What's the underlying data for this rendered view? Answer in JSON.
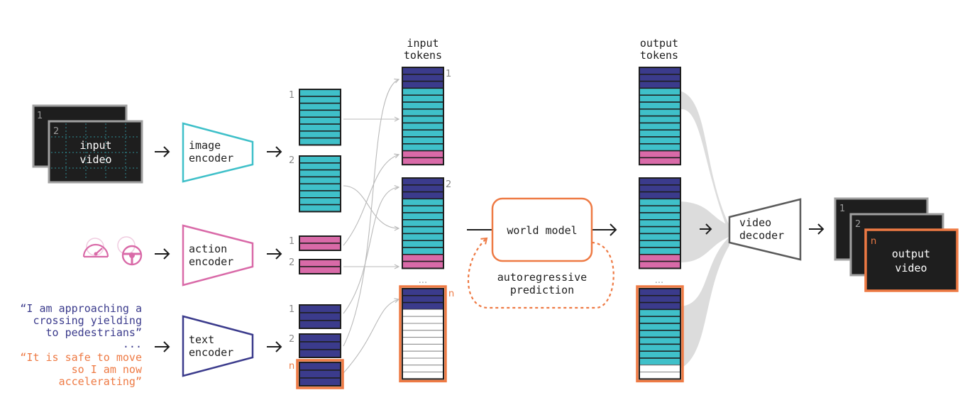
{
  "colors": {
    "navy": "#3b3b8c",
    "teal": "#3fc0c9",
    "pink": "#d96aa8",
    "orange": "#ee7a44",
    "grey_line": "#b9b9b9",
    "fan": "#dcdcdc",
    "dark": "#1e1e1e",
    "decoder_grey": "#5a5a5a"
  },
  "input_video": {
    "frame_1": "1",
    "frame_2": "2",
    "label_line1": "input",
    "label_line2": "video"
  },
  "image_encoder": {
    "line1": "image",
    "line2": "encoder"
  },
  "action_encoder": {
    "line1": "action",
    "line2": "encoder"
  },
  "text_encoder": {
    "line1": "text",
    "line2": "encoder"
  },
  "action_icons": [
    "speedometer-icon",
    "steering-wheel-icon"
  ],
  "texts": {
    "quote1": [
      "“I am approaching a",
      "crossing yielding",
      "to pedestrians”"
    ],
    "ellipsis": "...",
    "quote2": [
      "“It is safe to move",
      "so I am now",
      "accelerating”"
    ]
  },
  "stack_labels": {
    "img1": "1",
    "img2": "2",
    "act1": "1",
    "act2": "2",
    "txt1": "1",
    "txt2": "2",
    "txtn": "n"
  },
  "input_tokens": {
    "title_line1": "input",
    "title_line2": "tokens",
    "label_1": "1",
    "label_2": "2",
    "label_n": "n",
    "dots": "..."
  },
  "world_model": {
    "label": "world model",
    "loop_line1": "autoregressive",
    "loop_line2": "prediction"
  },
  "output_tokens": {
    "title_line1": "output",
    "title_line2": "tokens",
    "dots": "..."
  },
  "video_decoder": {
    "line1": "video",
    "line2": "decoder"
  },
  "output_video": {
    "frame_1": "1",
    "frame_2": "2",
    "frame_n": "n",
    "label_line1": "output",
    "label_line2": "video"
  }
}
